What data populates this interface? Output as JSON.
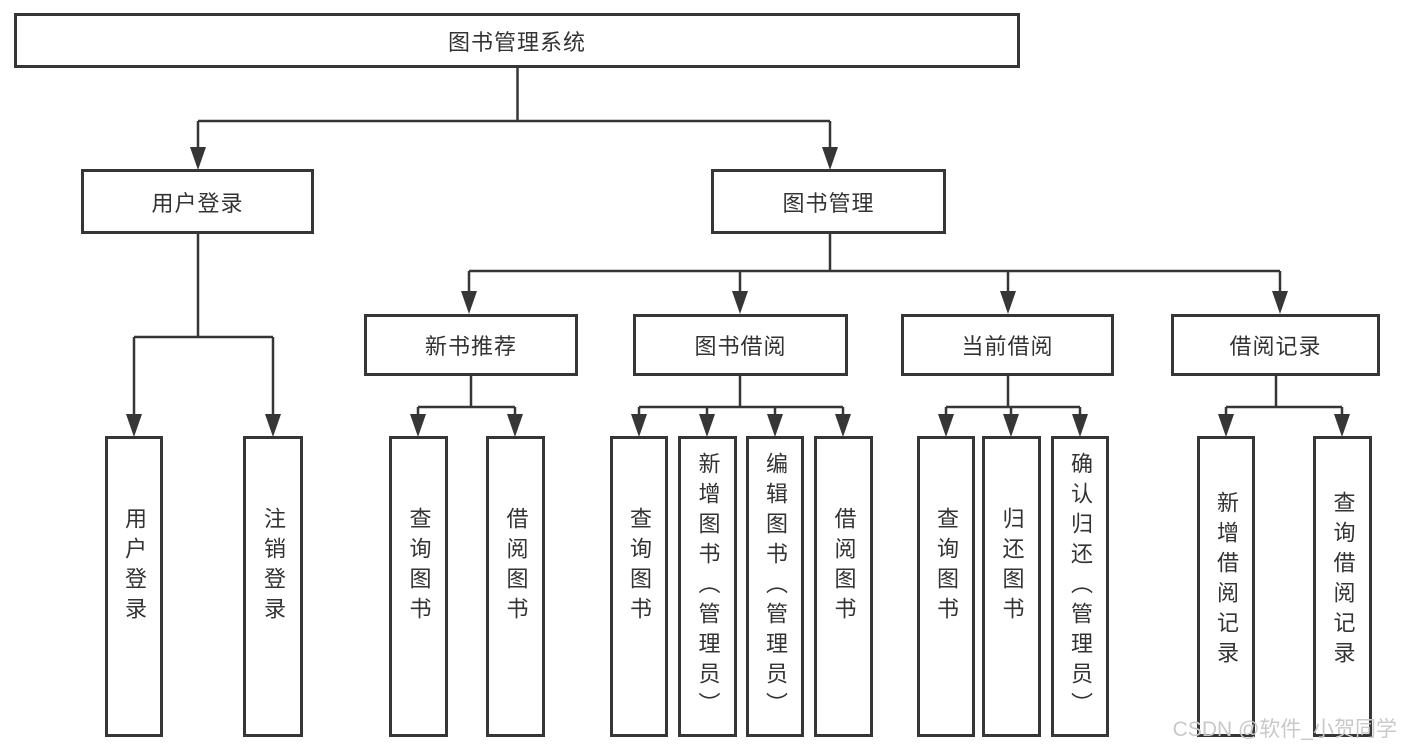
{
  "tree": {
    "root": {
      "label": "图书管理系统",
      "children": [
        {
          "label": "用户登录",
          "children": [
            {
              "label": "用户登录"
            },
            {
              "label": "注销登录"
            }
          ]
        },
        {
          "label": "图书管理",
          "children": [
            {
              "label": "新书推荐",
              "children": [
                {
                  "label": "查询图书"
                },
                {
                  "label": "借阅图书"
                }
              ]
            },
            {
              "label": "图书借阅",
              "children": [
                {
                  "label": "查询图书"
                },
                {
                  "label": "新增图书（管理员）"
                },
                {
                  "label": "编辑图书（管理员）"
                },
                {
                  "label": "借阅图书"
                }
              ]
            },
            {
              "label": "当前借阅",
              "children": [
                {
                  "label": "查询图书"
                },
                {
                  "label": "归还图书"
                },
                {
                  "label": "确认归还（管理员）"
                }
              ]
            },
            {
              "label": "借阅记录",
              "children": [
                {
                  "label": "新增借阅记录"
                },
                {
                  "label": "查询借阅记录"
                }
              ]
            }
          ]
        }
      ]
    }
  },
  "watermark": {
    "text": "CSDN @软件_小贺同学"
  },
  "colors": {
    "line": "#363636",
    "text": "#333333",
    "watermark": "#c9c9c9",
    "background": "#ffffff"
  }
}
